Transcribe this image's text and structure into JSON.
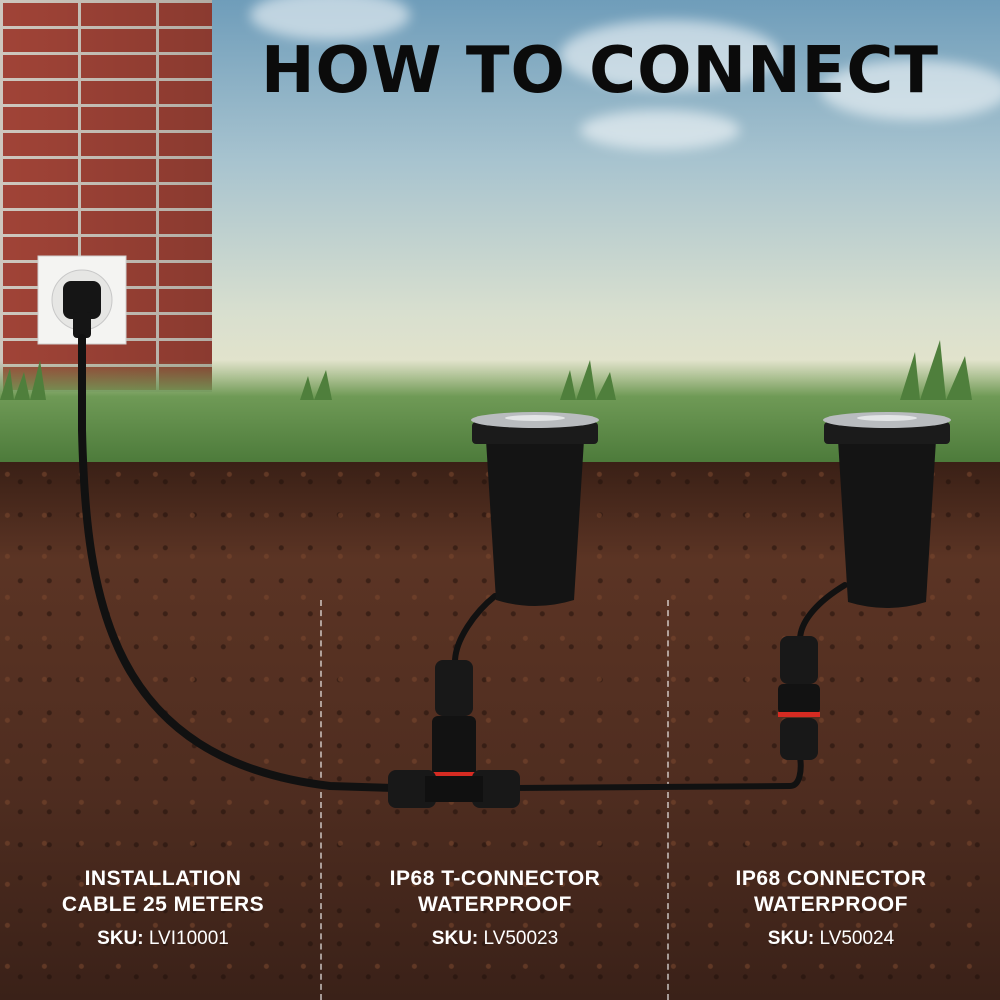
{
  "title": "HOW TO CONNECT",
  "items": [
    {
      "name": "INSTALLATION\nCABLE 25 METERS",
      "sku_label": "SKU:",
      "sku": "LVI10001"
    },
    {
      "name": "IP68 T-CONNECTOR\nWATERPROOF",
      "sku_label": "SKU:",
      "sku": "LV50023"
    },
    {
      "name": "IP68 CONNECTOR\nWATERPROOF",
      "sku_label": "SKU:",
      "sku": "LV50024"
    }
  ],
  "colors": {
    "title": "#0b0b0b",
    "label_text": "#ffffff",
    "brick": "#a9473a",
    "soil": "#4f2d20",
    "grass": "#5a8a44",
    "cable": "#111111",
    "connector_ring": "#d62b22"
  },
  "icons": [
    "wall-socket-icon",
    "plug-icon",
    "ground-light-icon",
    "t-connector-icon",
    "inline-connector-icon"
  ]
}
